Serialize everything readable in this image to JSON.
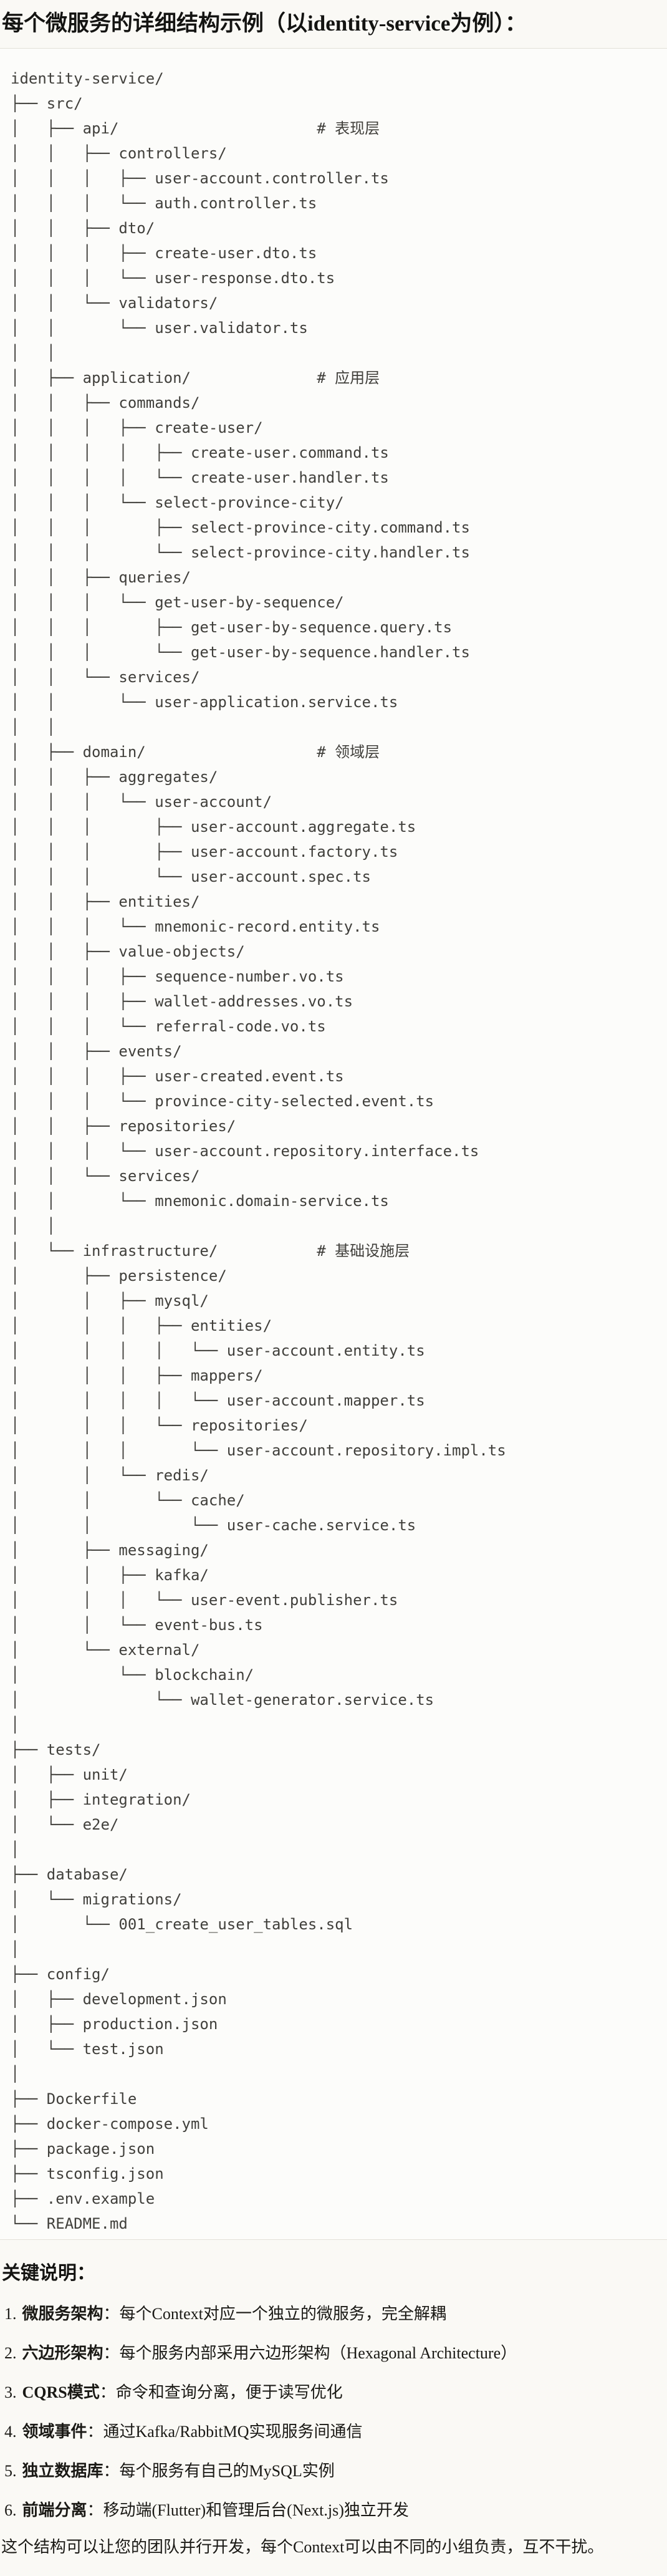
{
  "page": {
    "title": "每个微服务的详细结构示例（以identity-service为例）：",
    "key_heading": "关键说明：",
    "closing": "这个结构可以让您的团队并行开发，每个Context可以由不同的小组负责，互不干扰。"
  },
  "colors": {
    "page_bg": "#FAF9F5",
    "code_bg": "#FCFCFA",
    "code_border": "#E3E1D9",
    "code_text": "#403F3B",
    "body_text": "#1A1915"
  },
  "tree_lines": [
    "identity-service/",
    "├── src/",
    "│   ├── api/                      # 表现层",
    "│   │   ├── controllers/",
    "│   │   │   ├── user-account.controller.ts",
    "│   │   │   └── auth.controller.ts",
    "│   │   ├── dto/",
    "│   │   │   ├── create-user.dto.ts",
    "│   │   │   └── user-response.dto.ts",
    "│   │   └── validators/",
    "│   │       └── user.validator.ts",
    "│   │",
    "│   ├── application/              # 应用层",
    "│   │   ├── commands/",
    "│   │   │   ├── create-user/",
    "│   │   │   │   ├── create-user.command.ts",
    "│   │   │   │   └── create-user.handler.ts",
    "│   │   │   └── select-province-city/",
    "│   │   │       ├── select-province-city.command.ts",
    "│   │   │       └── select-province-city.handler.ts",
    "│   │   ├── queries/",
    "│   │   │   └── get-user-by-sequence/",
    "│   │   │       ├── get-user-by-sequence.query.ts",
    "│   │   │       └── get-user-by-sequence.handler.ts",
    "│   │   └── services/",
    "│   │       └── user-application.service.ts",
    "│   │",
    "│   ├── domain/                   # 领域层",
    "│   │   ├── aggregates/",
    "│   │   │   └── user-account/",
    "│   │   │       ├── user-account.aggregate.ts",
    "│   │   │       ├── user-account.factory.ts",
    "│   │   │       └── user-account.spec.ts",
    "│   │   ├── entities/",
    "│   │   │   └── mnemonic-record.entity.ts",
    "│   │   ├── value-objects/",
    "│   │   │   ├── sequence-number.vo.ts",
    "│   │   │   ├── wallet-addresses.vo.ts",
    "│   │   │   └── referral-code.vo.ts",
    "│   │   ├── events/",
    "│   │   │   ├── user-created.event.ts",
    "│   │   │   └── province-city-selected.event.ts",
    "│   │   ├── repositories/",
    "│   │   │   └── user-account.repository.interface.ts",
    "│   │   └── services/",
    "│   │       └── mnemonic.domain-service.ts",
    "│   │",
    "│   └── infrastructure/           # 基础设施层",
    "│       ├── persistence/",
    "│       │   ├── mysql/",
    "│       │   │   ├── entities/",
    "│       │   │   │   └── user-account.entity.ts",
    "│       │   │   ├── mappers/",
    "│       │   │   │   └── user-account.mapper.ts",
    "│       │   │   └── repositories/",
    "│       │   │       └── user-account.repository.impl.ts",
    "│       │   └── redis/",
    "│       │       └── cache/",
    "│       │           └── user-cache.service.ts",
    "│       ├── messaging/",
    "│       │   ├── kafka/",
    "│       │   │   └── user-event.publisher.ts",
    "│       │   └── event-bus.ts",
    "│       └── external/",
    "│           └── blockchain/",
    "│               └── wallet-generator.service.ts",
    "│",
    "├── tests/",
    "│   ├── unit/",
    "│   ├── integration/",
    "│   └── e2e/",
    "│",
    "├── database/",
    "│   └── migrations/",
    "│       └── 001_create_user_tables.sql",
    "│",
    "├── config/",
    "│   ├── development.json",
    "│   ├── production.json",
    "│   └── test.json",
    "│",
    "├── Dockerfile",
    "├── docker-compose.yml",
    "├── package.json",
    "├── tsconfig.json",
    "├── .env.example",
    "└── README.md"
  ],
  "notes": [
    {
      "num": "1.",
      "term": "微服务架构",
      "text": "：每个Context对应一个独立的微服务，完全解耦"
    },
    {
      "num": "2.",
      "term": "六边形架构",
      "text": "：每个服务内部采用六边形架构（Hexagonal Architecture）"
    },
    {
      "num": "3.",
      "term": "CQRS模式",
      "text": "：命令和查询分离，便于读写优化"
    },
    {
      "num": "4.",
      "term": "领域事件",
      "text": "：通过Kafka/RabbitMQ实现服务间通信"
    },
    {
      "num": "5.",
      "term": "独立数据库",
      "text": "：每个服务有自己的MySQL实例"
    },
    {
      "num": "6.",
      "term": "前端分离",
      "text": "：移动端(Flutter)和管理后台(Next.js)独立开发"
    }
  ]
}
